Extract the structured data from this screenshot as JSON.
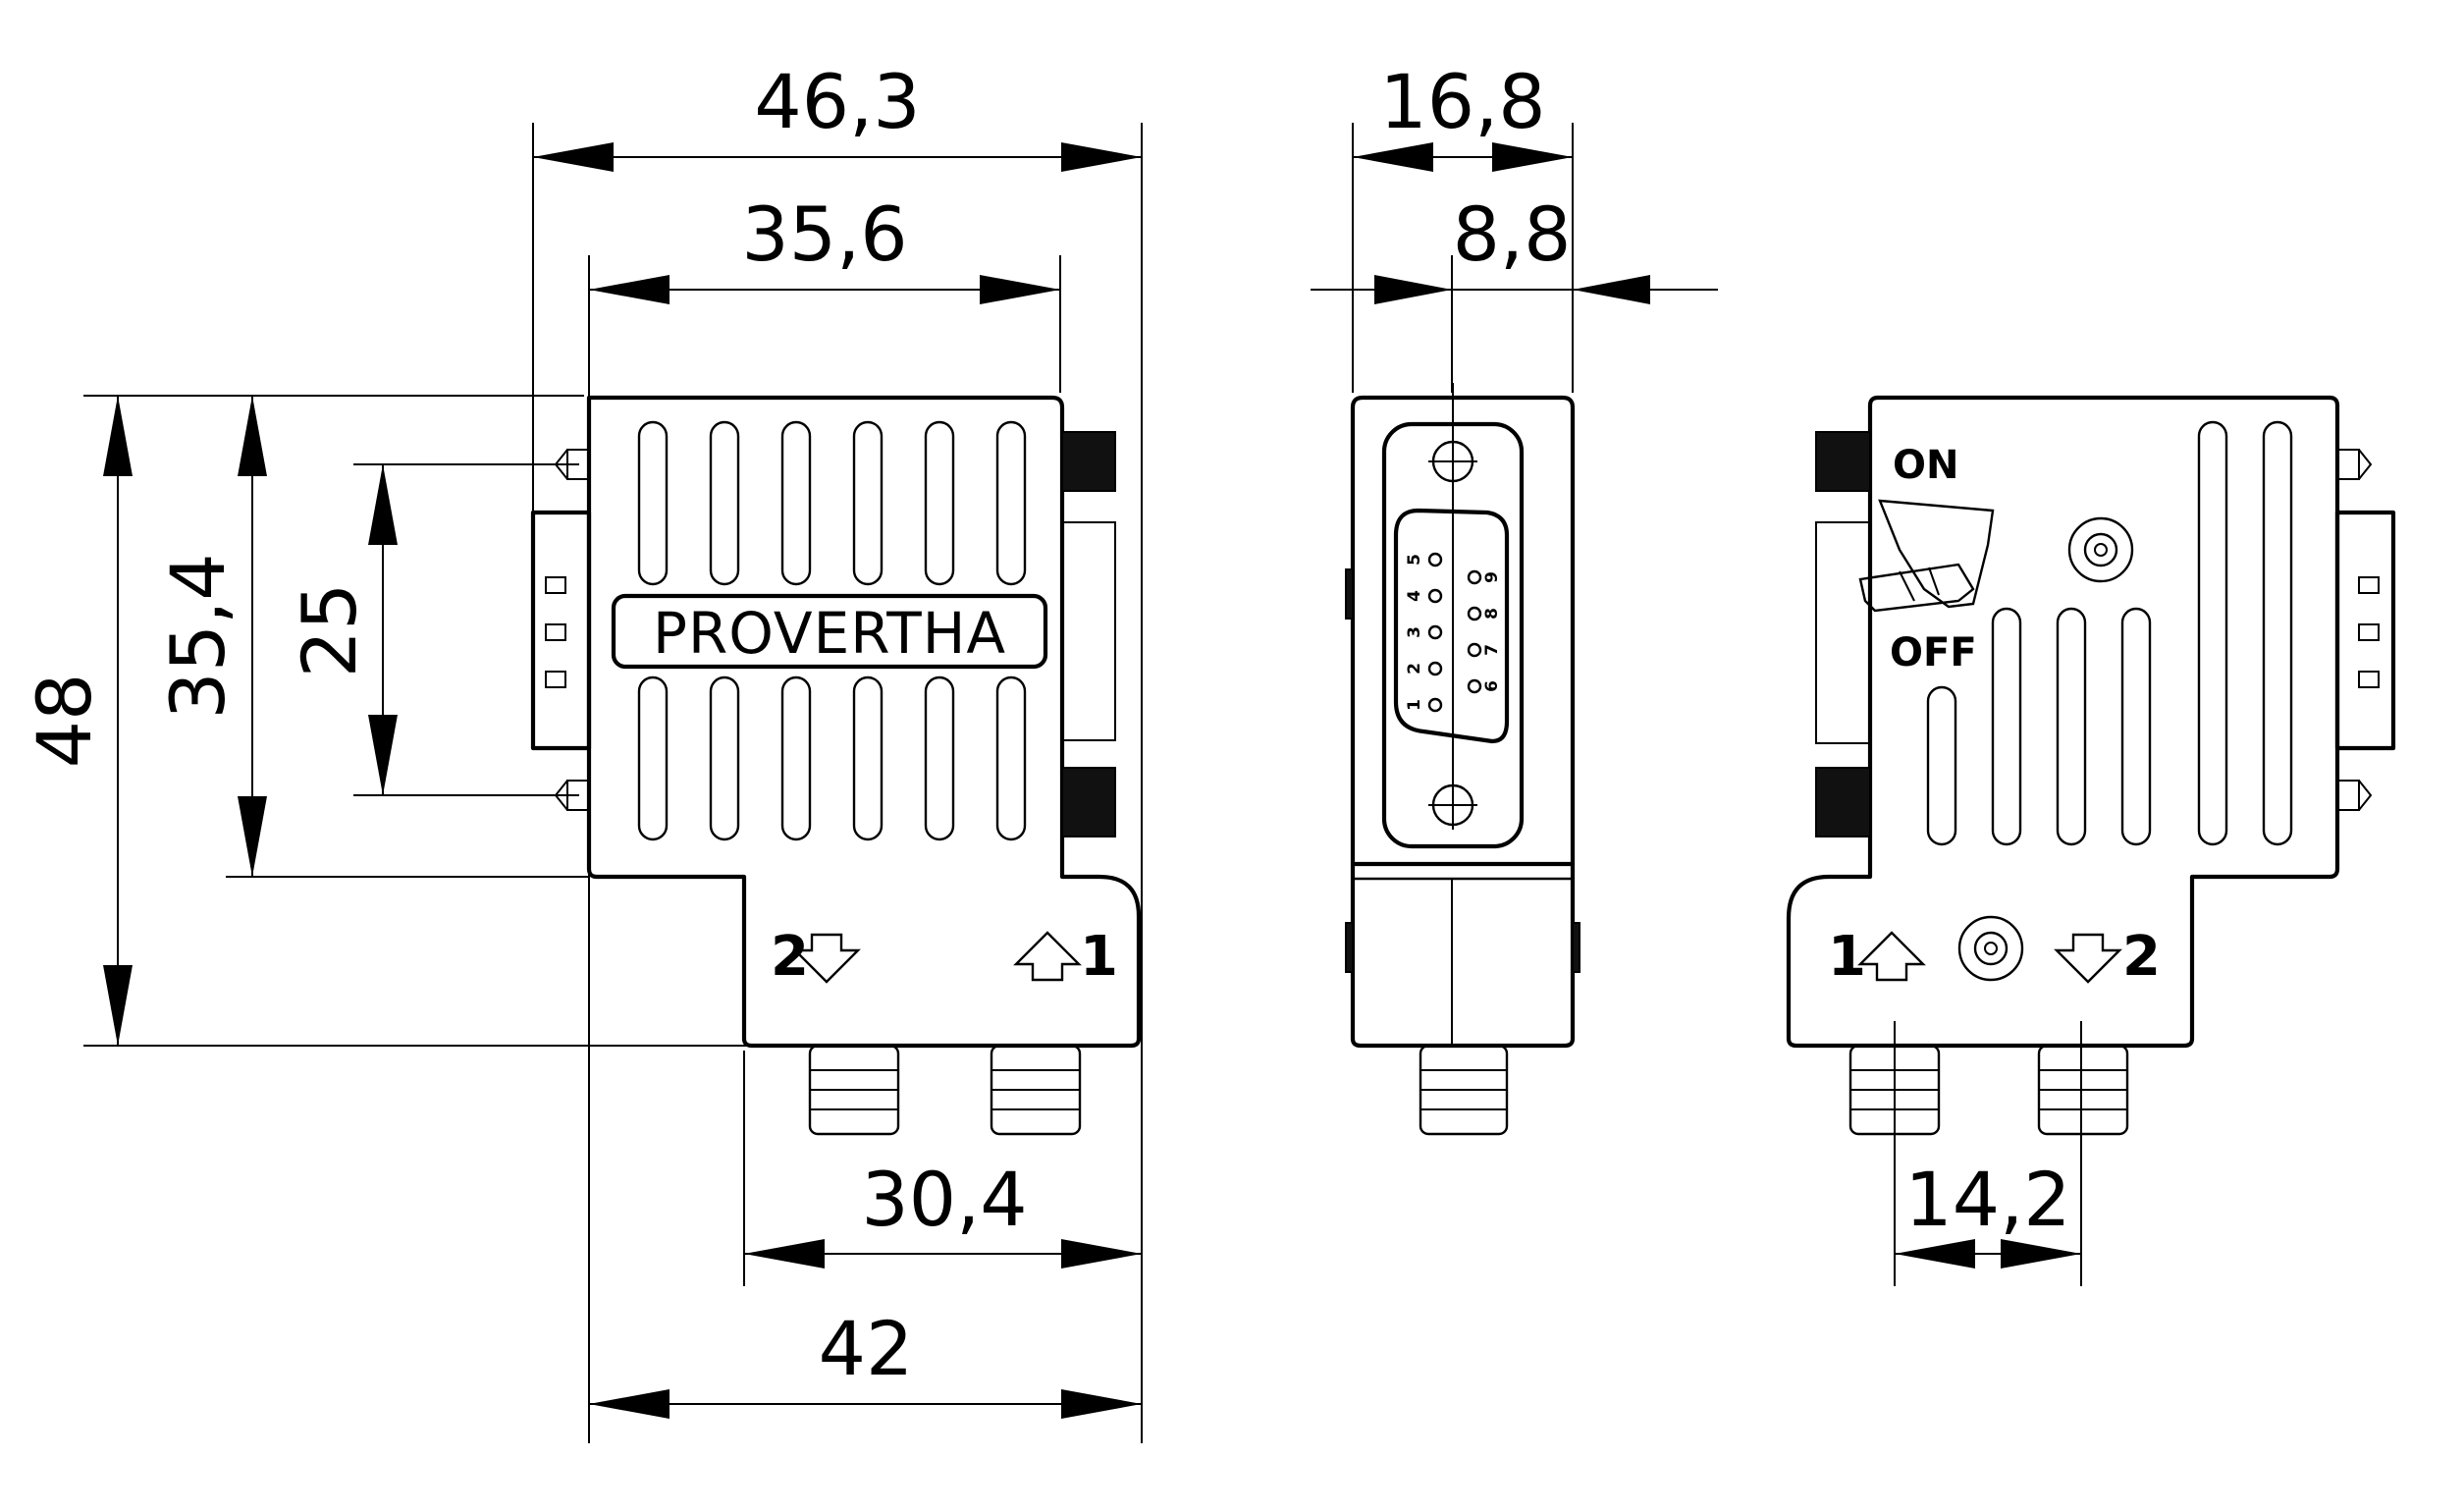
{
  "dimensions": {
    "d46_3": "46,3",
    "d35_6": "35,6",
    "d16_8": "16,8",
    "d8_8": "8,8",
    "d48": "48",
    "d35_4": "35,4",
    "d25": "25",
    "d30_4": "30,4",
    "d42": "42",
    "d14_2": "14,2"
  },
  "front_view": {
    "brand": "PROVERTHA",
    "port_left": "2",
    "port_right": "1"
  },
  "side_view": {
    "pins_top_row": [
      "5",
      "4",
      "3",
      "2",
      "1"
    ],
    "pins_bottom_row": [
      "9",
      "8",
      "7",
      "6"
    ]
  },
  "rear_view": {
    "switch_on": "ON",
    "switch_off": "OFF",
    "port_left": "1",
    "port_right": "2"
  }
}
